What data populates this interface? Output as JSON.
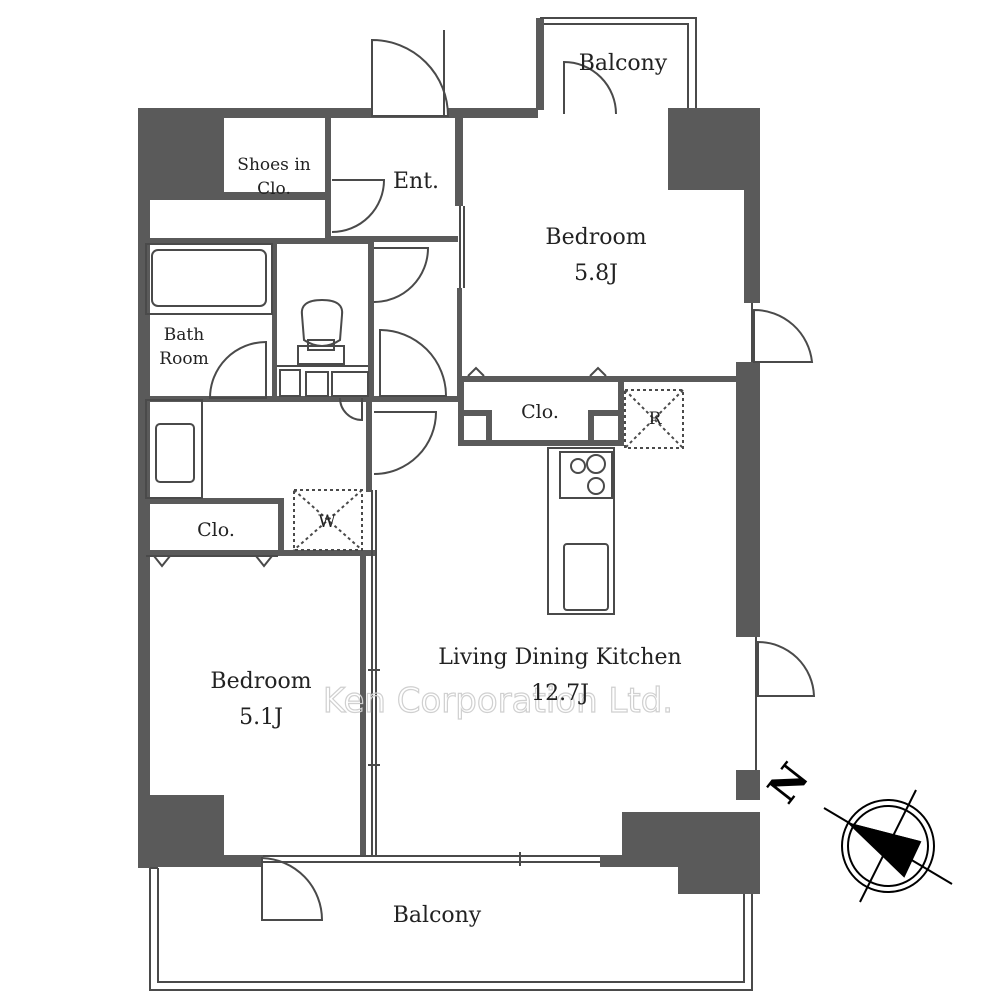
{
  "colors": {
    "wall": "#5a5a5a",
    "line": "#4a4a4a",
    "background": "#ffffff",
    "watermark": "#d0d0d0"
  },
  "rooms": {
    "balcony_north": "Balcony",
    "shoes_closet_line1": "Shoes in",
    "shoes_closet_line2": "Clo.",
    "entrance": "Ent.",
    "bedroom_ne_name": "Bedroom",
    "bedroom_ne_size": "5.8J",
    "bath_line1": "Bath",
    "bath_line2": "Room",
    "closet_mid": "Clo.",
    "refrigerator": "R",
    "washer": "W",
    "closet_west": "Clo.",
    "bedroom_sw_name": "Bedroom",
    "bedroom_sw_size": "5.1J",
    "ldk_name": "Living Dining Kitchen",
    "ldk_size": "12.7J",
    "balcony_south": "Balcony"
  },
  "watermark": "Ken Corporation Ltd.",
  "compass": {
    "label": "N",
    "icon": "north-arrow-icon"
  }
}
